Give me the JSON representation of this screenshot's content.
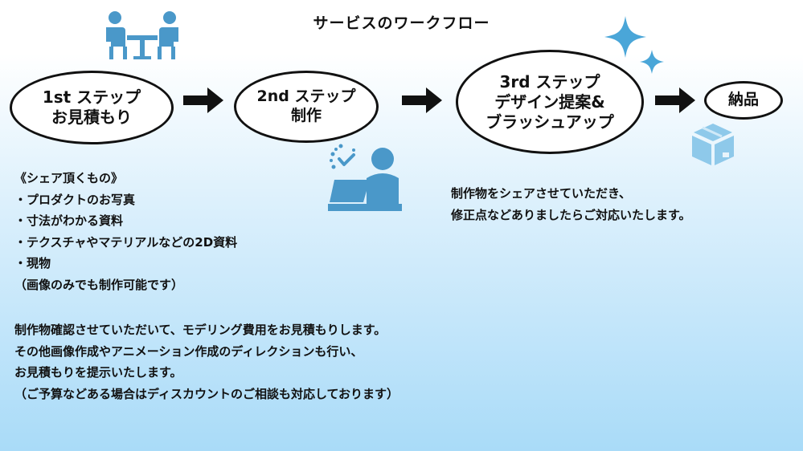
{
  "title": "サービスのワークフロー",
  "steps": [
    {
      "line1": "1st ステップ",
      "line2": "お見積もり"
    },
    {
      "line1": "2nd ステップ",
      "line2": "制作"
    },
    {
      "line1": "3rd ステップ",
      "line2": "デザイン提案&",
      "line3": "ブラッシュアップ"
    },
    {
      "line1": "納品"
    }
  ],
  "share_list": {
    "heading": "《シェア頂くもの》",
    "items": [
      "・プロダクトのお写真",
      "・寸法がわかる資料",
      "・テクスチャやマテリアルなどの2D資料",
      "・現物",
      "（画像のみでも制作可能です）"
    ]
  },
  "step3_note": {
    "lines": [
      "制作物をシェアさせていただき、",
      "修正点などありましたらご対応いたします。"
    ]
  },
  "estimate_note": {
    "lines": [
      "制作物確認させていただいて、モデリング費用をお見積もりします。",
      "その他画像作成やアニメーション作成のディレクションも行い、",
      "お見積もりを提示いたします。",
      "（ご予算などある場合はディスカウントのご相談も対応しております）"
    ]
  },
  "icons": {
    "meeting": "meeting-icon",
    "worker": "computer-worker-icon",
    "sparkle": "sparkle-icon",
    "package": "package-icon",
    "arrow": "arrow-right-icon"
  },
  "colors": {
    "icon_blue": "#4a98c9",
    "sparkle_blue": "#4aa6d8",
    "package_blue": "#8ec9ea"
  }
}
